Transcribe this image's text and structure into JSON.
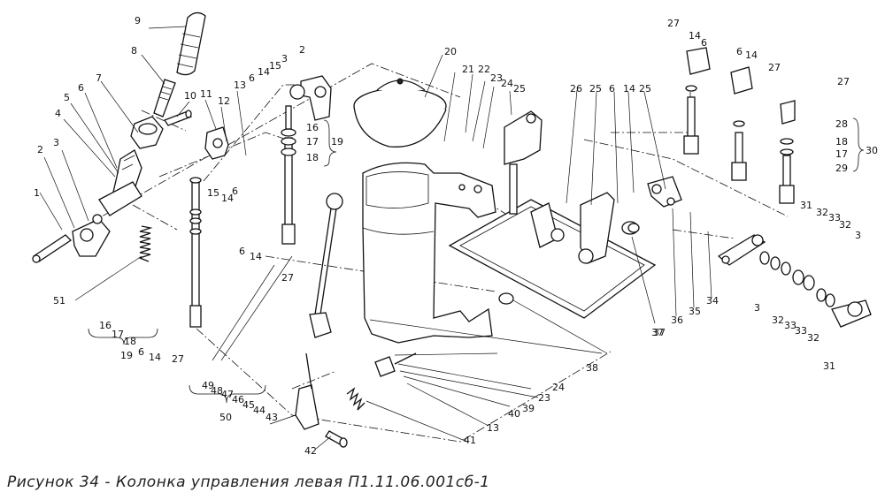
{
  "caption": "Рисунок 34 - Колонка управления левая П1.11.06.001сб-1",
  "callouts": [
    {
      "id": "c1",
      "text": "1"
    },
    {
      "id": "c2a",
      "text": "2"
    },
    {
      "id": "c3a",
      "text": "3"
    },
    {
      "id": "c4",
      "text": "4"
    },
    {
      "id": "c5",
      "text": "5"
    },
    {
      "id": "c6a",
      "text": "6"
    },
    {
      "id": "c7",
      "text": "7"
    },
    {
      "id": "c8",
      "text": "8"
    },
    {
      "id": "c9",
      "text": "9"
    },
    {
      "id": "c10",
      "text": "10"
    },
    {
      "id": "c11",
      "text": "11"
    },
    {
      "id": "c12",
      "text": "12"
    },
    {
      "id": "c13a",
      "text": "13"
    },
    {
      "id": "c6b",
      "text": "6"
    },
    {
      "id": "c14a",
      "text": "14"
    },
    {
      "id": "c15a",
      "text": "15"
    },
    {
      "id": "c3b",
      "text": "3"
    },
    {
      "id": "c2b",
      "text": "2"
    },
    {
      "id": "c16a",
      "text": "16"
    },
    {
      "id": "c17a",
      "text": "17"
    },
    {
      "id": "c18a",
      "text": "18"
    },
    {
      "id": "c19a",
      "text": "19"
    },
    {
      "id": "c15b",
      "text": "15"
    },
    {
      "id": "c14b",
      "text": "14"
    },
    {
      "id": "c6c",
      "text": "6"
    },
    {
      "id": "c51",
      "text": "51"
    },
    {
      "id": "c16b",
      "text": "16"
    },
    {
      "id": "c17b",
      "text": "17"
    },
    {
      "id": "c18b",
      "text": "18"
    },
    {
      "id": "c19b",
      "text": "19"
    },
    {
      "id": "c6d",
      "text": "6"
    },
    {
      "id": "c14c",
      "text": "14"
    },
    {
      "id": "c27a",
      "text": "27"
    },
    {
      "id": "c6e",
      "text": "6"
    },
    {
      "id": "c14d",
      "text": "14"
    },
    {
      "id": "c27b",
      "text": "27"
    },
    {
      "id": "c20",
      "text": "20"
    },
    {
      "id": "c21",
      "text": "21"
    },
    {
      "id": "c22",
      "text": "22"
    },
    {
      "id": "c23a",
      "text": "23"
    },
    {
      "id": "c24a",
      "text": "24"
    },
    {
      "id": "c25a",
      "text": "25"
    },
    {
      "id": "c26",
      "text": "26"
    },
    {
      "id": "c25b",
      "text": "25"
    },
    {
      "id": "c6f",
      "text": "6"
    },
    {
      "id": "c14e",
      "text": "14"
    },
    {
      "id": "c25c",
      "text": "25"
    },
    {
      "id": "c27c",
      "text": "27"
    },
    {
      "id": "c14f",
      "text": "14"
    },
    {
      "id": "c6g",
      "text": "6"
    },
    {
      "id": "c6h",
      "text": "6"
    },
    {
      "id": "c14g",
      "text": "14"
    },
    {
      "id": "c27d",
      "text": "27"
    },
    {
      "id": "c27e",
      "text": "27"
    },
    {
      "id": "c28",
      "text": "28"
    },
    {
      "id": "c18c",
      "text": "18"
    },
    {
      "id": "c17c",
      "text": "17"
    },
    {
      "id": "c29",
      "text": "29"
    },
    {
      "id": "c30",
      "text": "30"
    },
    {
      "id": "c31a",
      "text": "31"
    },
    {
      "id": "c32a",
      "text": "32"
    },
    {
      "id": "c33a",
      "text": "33"
    },
    {
      "id": "c32b",
      "text": "32"
    },
    {
      "id": "c3c",
      "text": "3"
    },
    {
      "id": "c3d",
      "text": "3"
    },
    {
      "id": "c32c",
      "text": "32"
    },
    {
      "id": "c33b",
      "text": "33"
    },
    {
      "id": "c33c",
      "text": "33"
    },
    {
      "id": "c32d",
      "text": "32"
    },
    {
      "id": "c31b",
      "text": "31"
    },
    {
      "id": "c34",
      "text": "34"
    },
    {
      "id": "c35",
      "text": "35"
    },
    {
      "id": "c36",
      "text": "36"
    },
    {
      "id": "c37a",
      "text": "37"
    },
    {
      "id": "c37b",
      "text": "37"
    },
    {
      "id": "c38",
      "text": "38"
    },
    {
      "id": "c24b",
      "text": "24"
    },
    {
      "id": "c23b",
      "text": "23"
    },
    {
      "id": "c39",
      "text": "39"
    },
    {
      "id": "c40",
      "text": "40"
    },
    {
      "id": "c13b",
      "text": "13"
    },
    {
      "id": "c41",
      "text": "41"
    },
    {
      "id": "c42",
      "text": "42"
    },
    {
      "id": "c49",
      "text": "49"
    },
    {
      "id": "c48",
      "text": "48"
    },
    {
      "id": "c47",
      "text": "47"
    },
    {
      "id": "c46",
      "text": "46"
    },
    {
      "id": "c45",
      "text": "45"
    },
    {
      "id": "c44",
      "text": "44"
    },
    {
      "id": "c43",
      "text": "43"
    },
    {
      "id": "c50",
      "text": "50"
    }
  ]
}
